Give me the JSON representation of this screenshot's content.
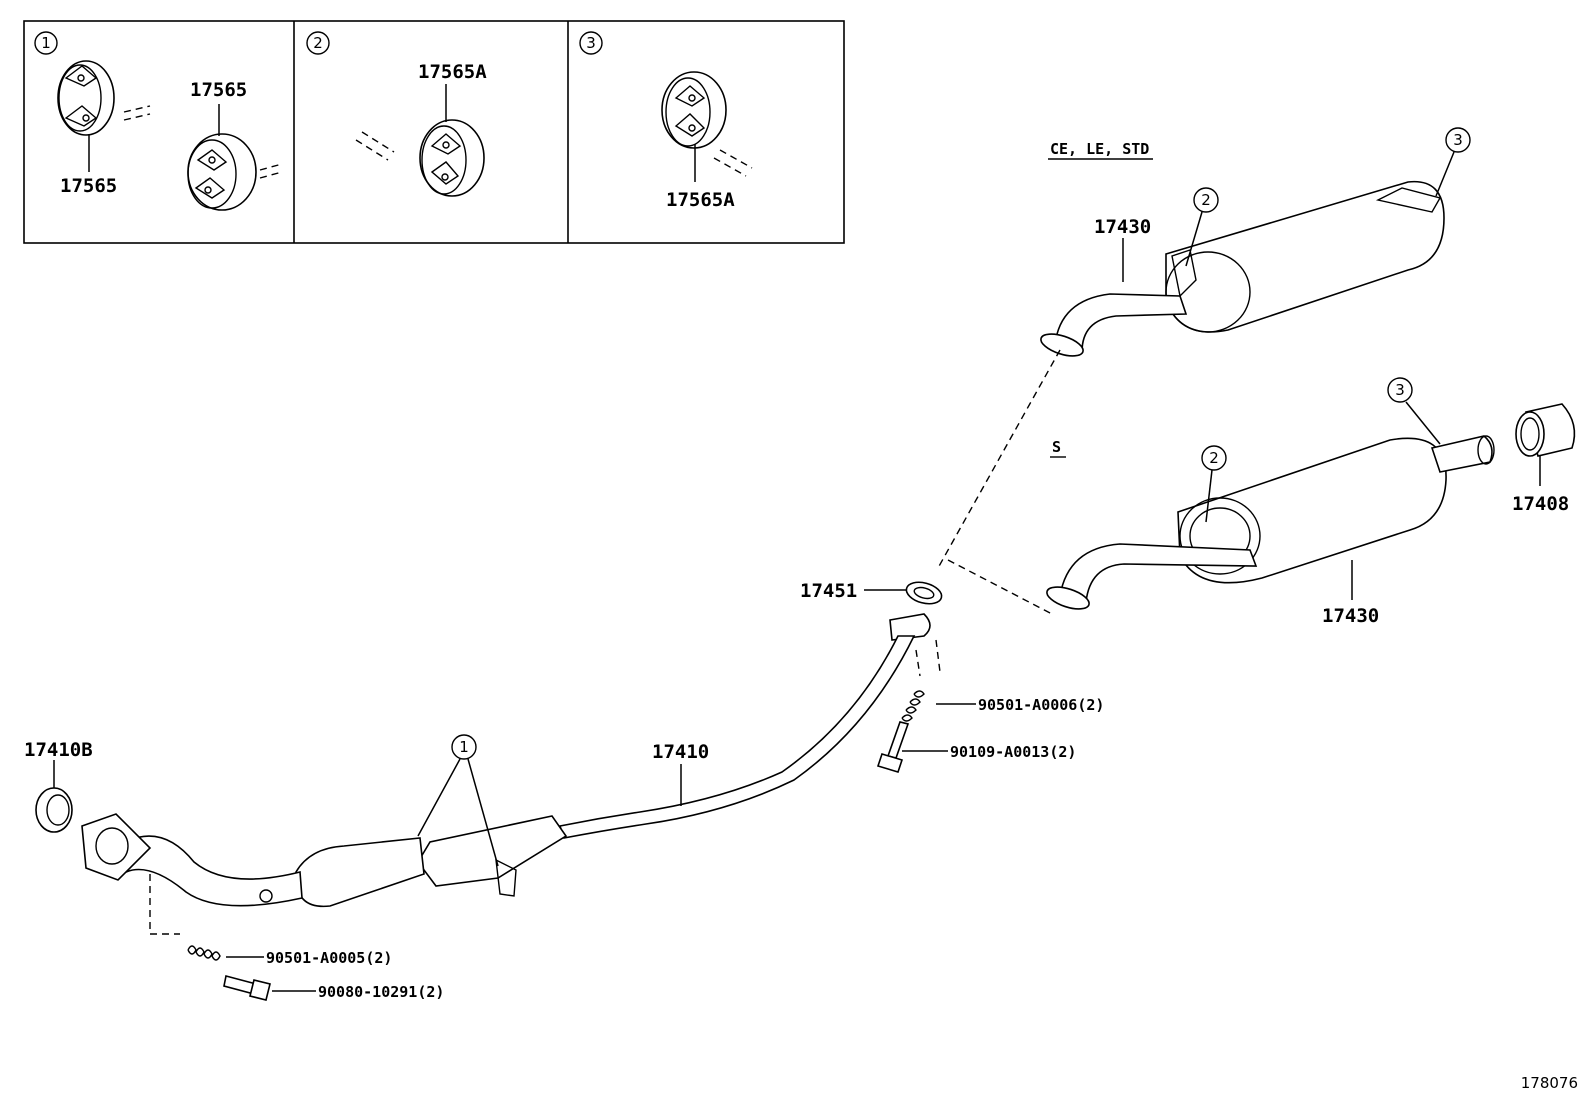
{
  "inset_panels": [
    {
      "callout": "1",
      "labels": [
        "17565",
        "17565"
      ]
    },
    {
      "callout": "2",
      "labels": [
        "17565A"
      ]
    },
    {
      "callout": "3",
      "labels": [
        "17565A"
      ]
    }
  ],
  "variants": {
    "upper": "CE, LE, STD",
    "lower": "S"
  },
  "parts": {
    "tail_muffler_upper": "17430",
    "tail_muffler_lower": "17430",
    "tailpipe_tip": "17408",
    "gasket_flange": "17451",
    "front_pipe": "17410",
    "front_gasket": "17410B",
    "spring_rear": "90501-A0006(2)",
    "bolt_rear": "90109-A0013(2)",
    "spring_front": "90501-A0005(2)",
    "bolt_front": "90080-10291(2)"
  },
  "callouts": {
    "upper_hanger": "2",
    "upper_tail_hanger": "3",
    "lower_hanger": "2",
    "lower_tail_hanger": "3",
    "front_pipe_hangers": "1"
  },
  "diagram_number": "178076"
}
